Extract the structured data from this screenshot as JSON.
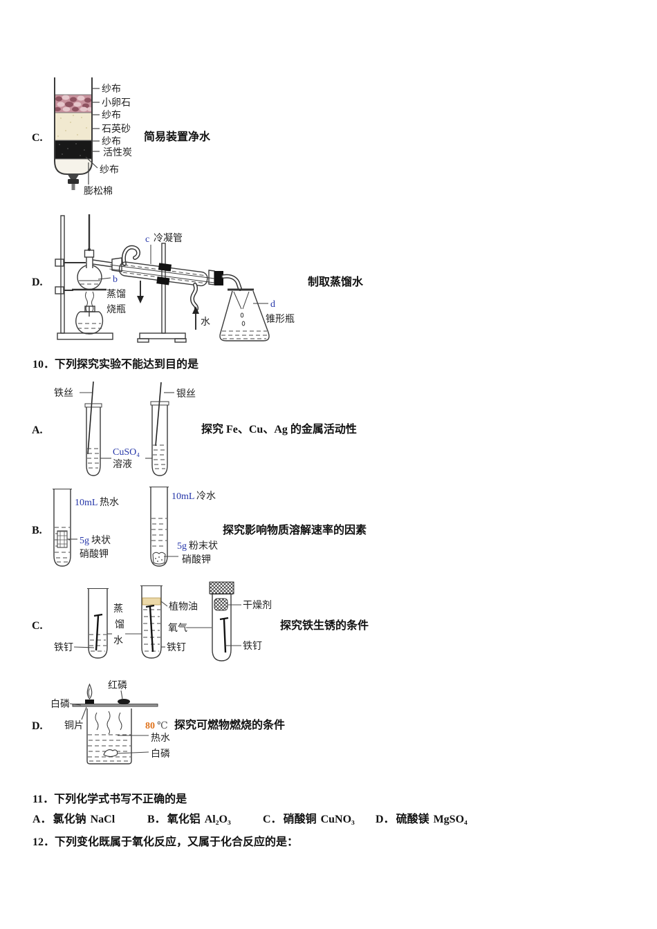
{
  "doc": {
    "q_purify": {
      "letter": "C.",
      "title": "简易装置净水",
      "labels": [
        "纱布",
        "小卵石",
        "纱布",
        "石英砂",
        "纱布",
        "活性炭",
        "纱布",
        "膨松棉"
      ]
    },
    "q_distill": {
      "letter": "D.",
      "title": "制取蒸馏水",
      "cond_letter": "c",
      "cond_label": "冷凝管",
      "flask_letter": "b",
      "flask_label_line1": "蒸馏",
      "flask_label_line2": "烧瓶",
      "water_label": "水",
      "conical_letter": "d",
      "conical_label": "锥形瓶"
    },
    "q10": {
      "title": "10．下列探究实验不能达到目的是",
      "a": {
        "letter": "A.",
        "desc": "探究 Fe、Cu、Ag 的金属活动性",
        "iron_wire": "铁丝",
        "silver_wire": "银丝",
        "solute": "CuSO₄",
        "solution": "溶液"
      },
      "b": {
        "letter": "B.",
        "desc": "探究影响物质溶解速率的因素",
        "hot_num": "10mL",
        "hot_text": "热水",
        "cold_num": "10mL",
        "cold_text": "冷水",
        "block_num": "5g",
        "block_text": "块状",
        "block_sub": "硝酸钾",
        "powder_num": "5g",
        "powder_text": "粉末状",
        "powder_sub": "硝酸钾"
      },
      "c": {
        "letter": "C.",
        "desc": "探究铁生锈的条件",
        "nail1": "铁钉",
        "dw1": "蒸",
        "dw2": "馏",
        "dw3": "水",
        "oil": "植物油",
        "oxygen": "氧气",
        "nail2": "铁钉",
        "desiccant": "干燥剂",
        "nail3": "铁钉"
      },
      "d": {
        "letter": "D.",
        "desc": "探究可燃物燃烧的条件",
        "red_p": "红磷",
        "white_p_top": "白磷",
        "copper": "铜片",
        "temp_num": "80",
        "temp_unit": "℃",
        "hot_water": "热水",
        "white_p_bottom": "白磷"
      }
    },
    "q11": {
      "title": "11．下列化学式书写不正确的是",
      "options": [
        {
          "label": "A．",
          "name": "氯化钠",
          "formula": "NaCl"
        },
        {
          "label": "B．",
          "name": "氧化铝",
          "formula": "Al₂O₃"
        },
        {
          "label": "C．",
          "name": "硝酸铜",
          "formula": "CuNO₃"
        },
        {
          "label": "D．",
          "name": "硫酸镁",
          "formula": "MgSO₄"
        }
      ]
    },
    "q12": {
      "title": "12．下列变化既属于氧化反应，又属于化合反应的是："
    }
  },
  "colors": {
    "accent_blue": "#2435a8",
    "accent_orange": "#e0731c"
  }
}
